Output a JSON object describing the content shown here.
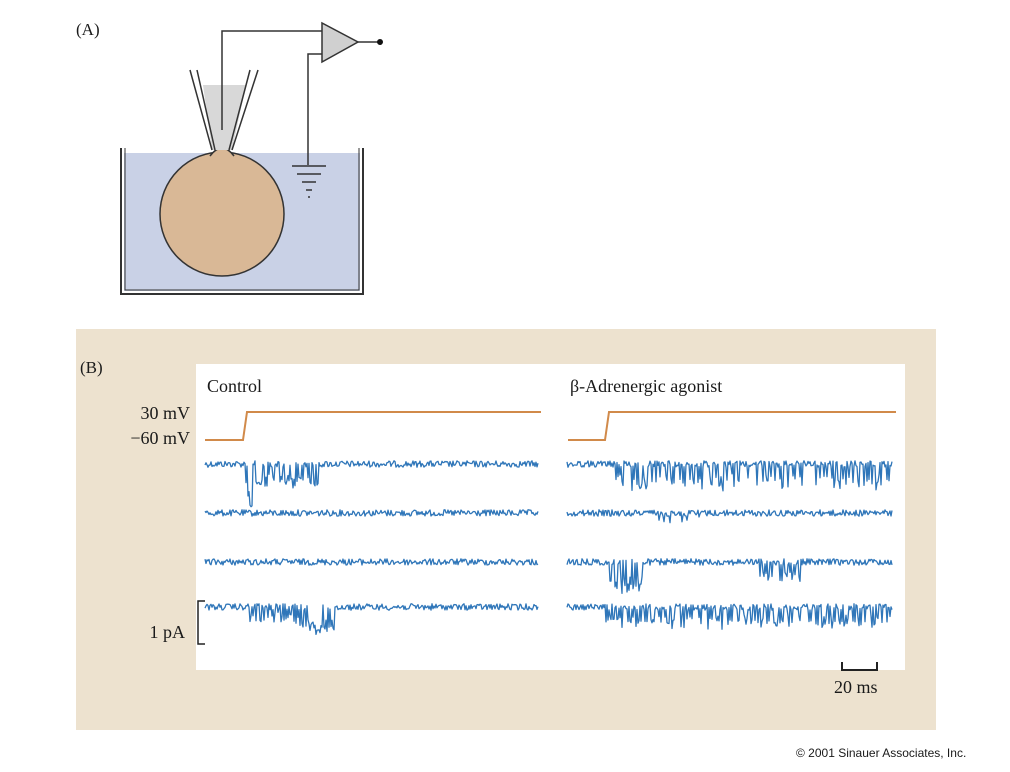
{
  "panel_a": {
    "label": "(A)"
  },
  "panel_b": {
    "label": "(B)",
    "conditions": [
      {
        "label": "Control"
      },
      {
        "label": "β-Adrenergic agonist"
      }
    ],
    "voltage_labels": {
      "high": "30 mV",
      "low": "−60 mV"
    },
    "current_scale_label": "1 pA",
    "time_scale_label": "20 ms"
  },
  "colors": {
    "panel_b_background": "#ede2cf",
    "plot_background": "#ffffff",
    "voltage_trace": "#d18a4a",
    "current_trace": "#2f76b9",
    "bath": "#c9d1e6",
    "cell": "#d9b896",
    "pipette_fill": "#d8d8d8",
    "amplifier": "#d0d0d0"
  },
  "copyright": "© 2001 Sinauer Associates, Inc."
}
